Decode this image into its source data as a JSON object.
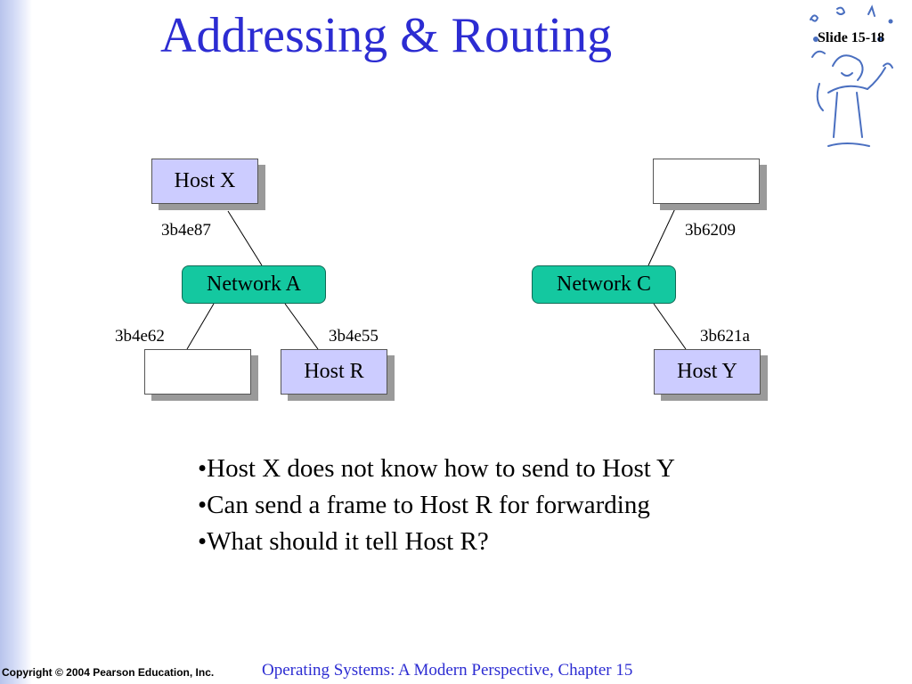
{
  "slide": {
    "title": "Addressing & Routing",
    "slide_number": "Slide 15-18"
  },
  "diagram": {
    "hosts": {
      "host_x": "Host X",
      "host_top_right": "",
      "host_bottom_left": "",
      "host_r": "Host R",
      "host_y": "Host Y"
    },
    "networks": {
      "network_a": "Network A",
      "network_c": "Network C"
    },
    "addresses": {
      "host_x": "3b4e87",
      "host_top_right": "3b6209",
      "host_bottom_left": "3b4e62",
      "host_r": "3b4e55",
      "host_y": "3b621a"
    }
  },
  "bullets": [
    "•Host X does not know how to send to Host Y",
    "•Can send a frame to Host R for forwarding",
    "•What should it tell Host R?"
  ],
  "footer": {
    "copyright": "Copyright © 2004 Pearson Education, Inc.",
    "book": "Operating Systems: A Modern Perspective, Chapter 15"
  },
  "colors": {
    "title": "#2c2cd2",
    "host_fill": "#ccccff",
    "network_fill": "#14c8a0",
    "shadow": "#9a9a9a"
  },
  "icons": {
    "mascot": "musician-mascot-icon"
  }
}
